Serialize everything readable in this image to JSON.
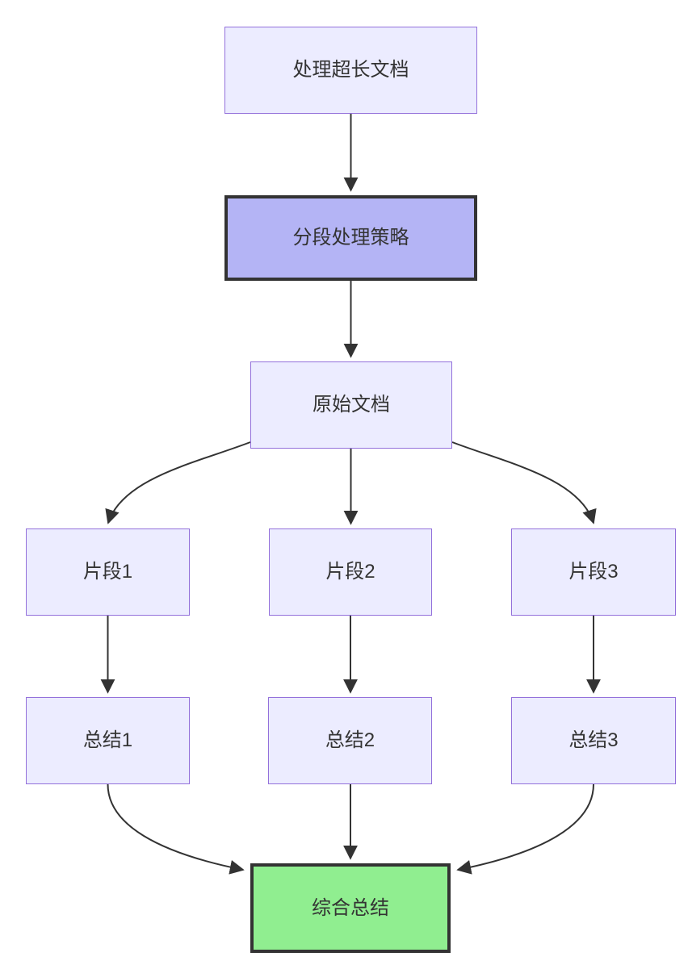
{
  "diagram": {
    "type": "flowchart",
    "direction": "top-down",
    "nodes": [
      {
        "id": "process-long-doc",
        "label": "处理超长文档",
        "style": "default"
      },
      {
        "id": "segment-strategy",
        "label": "分段处理策略",
        "style": "highlight"
      },
      {
        "id": "original-doc",
        "label": "原始文档",
        "style": "default"
      },
      {
        "id": "fragment-1",
        "label": "片段1",
        "style": "default"
      },
      {
        "id": "fragment-2",
        "label": "片段2",
        "style": "default"
      },
      {
        "id": "fragment-3",
        "label": "片段3",
        "style": "default"
      },
      {
        "id": "summary-1",
        "label": "总结1",
        "style": "default"
      },
      {
        "id": "summary-2",
        "label": "总结2",
        "style": "default"
      },
      {
        "id": "summary-3",
        "label": "总结3",
        "style": "default"
      },
      {
        "id": "final-summary",
        "label": "综合总结",
        "style": "success"
      }
    ],
    "edges": [
      {
        "from": "处理超长文档",
        "to": "分段处理策略",
        "arrowhead": "filled-triangle"
      },
      {
        "from": "分段处理策略",
        "to": "原始文档",
        "arrowhead": "filled-triangle"
      },
      {
        "from": "原始文档",
        "to": "片段1",
        "arrowhead": "filled-triangle"
      },
      {
        "from": "原始文档",
        "to": "片段2",
        "arrowhead": "filled-triangle"
      },
      {
        "from": "原始文档",
        "to": "片段3",
        "arrowhead": "filled-triangle"
      },
      {
        "from": "片段1",
        "to": "总结1",
        "arrowhead": "filled-triangle"
      },
      {
        "from": "片段2",
        "to": "总结2",
        "arrowhead": "filled-triangle"
      },
      {
        "from": "片段3",
        "to": "总结3",
        "arrowhead": "filled-triangle"
      },
      {
        "from": "总结1",
        "to": "综合总结",
        "arrowhead": "filled-triangle"
      },
      {
        "from": "总结2",
        "to": "综合总结",
        "arrowhead": "filled-triangle"
      },
      {
        "from": "总结3",
        "to": "综合总结",
        "arrowhead": "filled-triangle"
      }
    ],
    "colors": {
      "background": "#FFFFFF",
      "node_fill": "#ECECFF",
      "node_border": "#9370DB",
      "highlight_fill": "#B4B4F5",
      "highlight_border": "#333333",
      "success_fill": "#90EE90",
      "success_border": "#333333",
      "edge": "#333333",
      "text": "#333333"
    }
  }
}
